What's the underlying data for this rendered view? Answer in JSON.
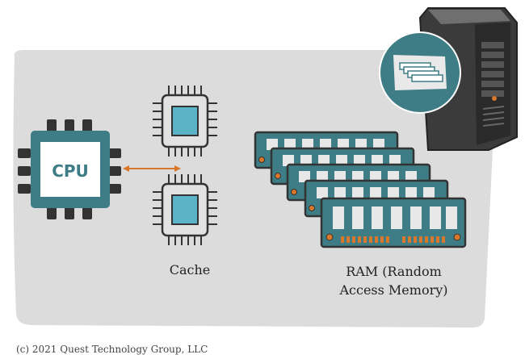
{
  "diagram": {
    "cpu_label": "CPU",
    "cache_label": "Cache",
    "ram_label_line1": "RAM (Random",
    "ram_label_line2": "Access Memory)",
    "copyright": "(c) 2021 Quest Technology Group, LLC"
  },
  "colors": {
    "background_blob": "#dcdcdc",
    "teal": "#3f7d86",
    "chip_inner": "#5bb3c8",
    "chip_body": "#e2e2e2",
    "outline": "#333333",
    "arrow": "#d9782b",
    "ram_accent": "#d9782b",
    "server": "#3b3b3b"
  },
  "icons": [
    "cpu-chip-icon",
    "cache-chip-icon",
    "ram-stick-icon",
    "server-tower-icon",
    "bidirectional-arrow-icon"
  ]
}
